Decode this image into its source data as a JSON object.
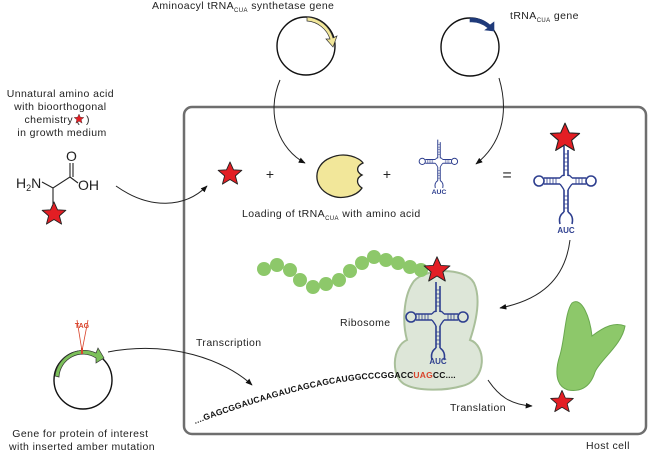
{
  "labels": {
    "synthetase_gene": {
      "main": "Aminoacyl tRNA",
      "sub": "CUA",
      "rest": " synthetase gene"
    },
    "trna_gene": {
      "main": "tRNA",
      "sub": "CUA",
      "rest": " gene"
    },
    "unnatural_aa": [
      "Unnatural amino acid",
      "with bioorthogonal",
      "chemistry (",
      ")",
      "in growth medium"
    ],
    "loading": {
      "main": "Loading of tRNA",
      "sub": "CUA",
      "rest": " with amino acid"
    },
    "ribosome": "Ribosome",
    "transcription": "Transcription",
    "translation": "Translation",
    "host_cell": "Host cell",
    "gene_of_interest": [
      "Gene for protein of interest",
      "with inserted amber mutation"
    ],
    "tag": "TAG",
    "plus": "+",
    "equals": "=",
    "anticodon": "AUC"
  },
  "chemistry": {
    "amine": "H",
    "amine_sub": "2",
    "amine_n": "N",
    "carbonyl_o": "O",
    "hydroxyl": "OH"
  },
  "mrna": {
    "prefix": "....GAGCGGAUCAAGAUCAGCAGCAUGGCCCGGACC",
    "codon": "UAG",
    "suffix": "CC...."
  },
  "colors": {
    "star": "#e31e24",
    "trna": "#2e3f8f",
    "synthetase": "#f2e79a",
    "trna_gene_arrow": "#1f3a7a",
    "gene_arrow": "#7cc05a",
    "amber": "#d9442c",
    "ribosome": "#dde6d8",
    "protein": "#8dc86a",
    "cell_border": "#6e6e6e"
  }
}
